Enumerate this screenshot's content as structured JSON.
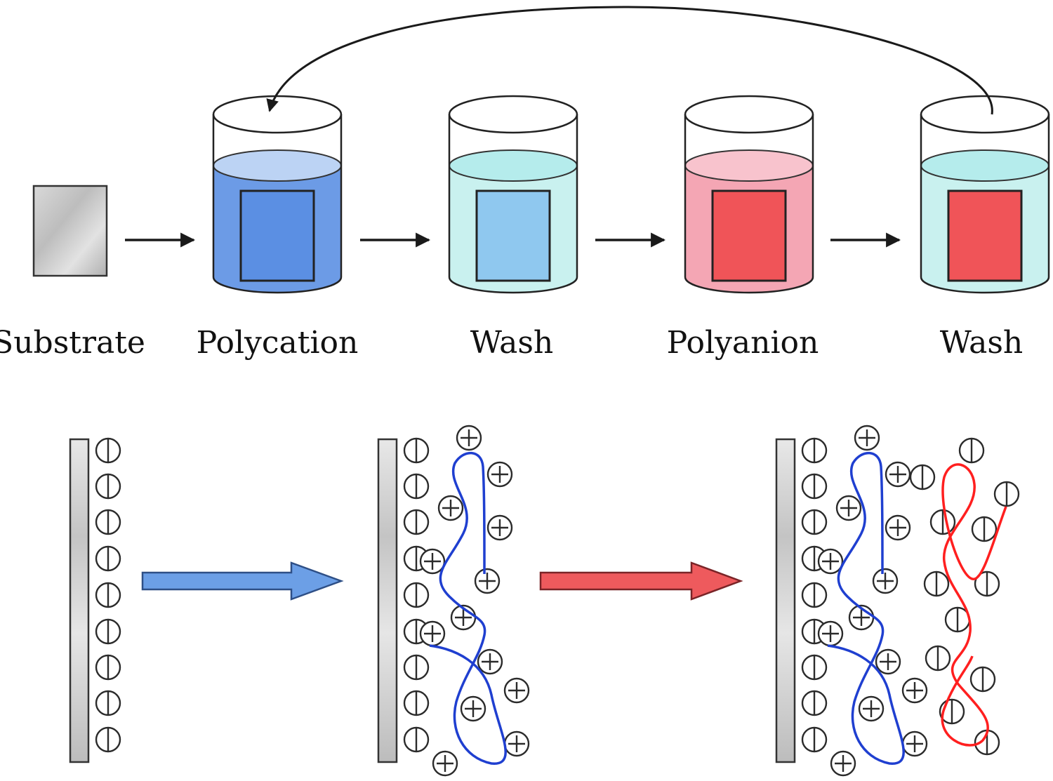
{
  "steps": [
    {
      "label": "Substrate",
      "kind": "substrate"
    },
    {
      "label": "Polycation",
      "kind": "beaker",
      "liquid": "#6c9be6",
      "liquid_top": "#bcd3f4",
      "slide": "#5b8fe3"
    },
    {
      "label": "Wash",
      "kind": "beaker",
      "liquid": "#c9f1ef",
      "liquid_top": "#b5ecec",
      "slide": "#8fc8ef"
    },
    {
      "label": "Polyanion",
      "kind": "beaker",
      "liquid": "#f4a6b4",
      "liquid_top": "#f8c3cd",
      "slide": "#f05458"
    },
    {
      "label": "Wash",
      "kind": "beaker",
      "liquid": "#c9f1ef",
      "liquid_top": "#b5ecec",
      "slide": "#f05458"
    }
  ],
  "colors": {
    "polycation_chain": "#1f3fd0",
    "polyanion_chain": "#ff1f1f",
    "blue_arrow": "#6c9fe6",
    "red_arrow": "#ee5a5d",
    "ink": "#1a1a1a"
  },
  "icons": {
    "negative_charge": "circle-minus-icon",
    "positive_charge": "circle-plus-icon",
    "cycle_arrow": "return-arrow-icon"
  }
}
